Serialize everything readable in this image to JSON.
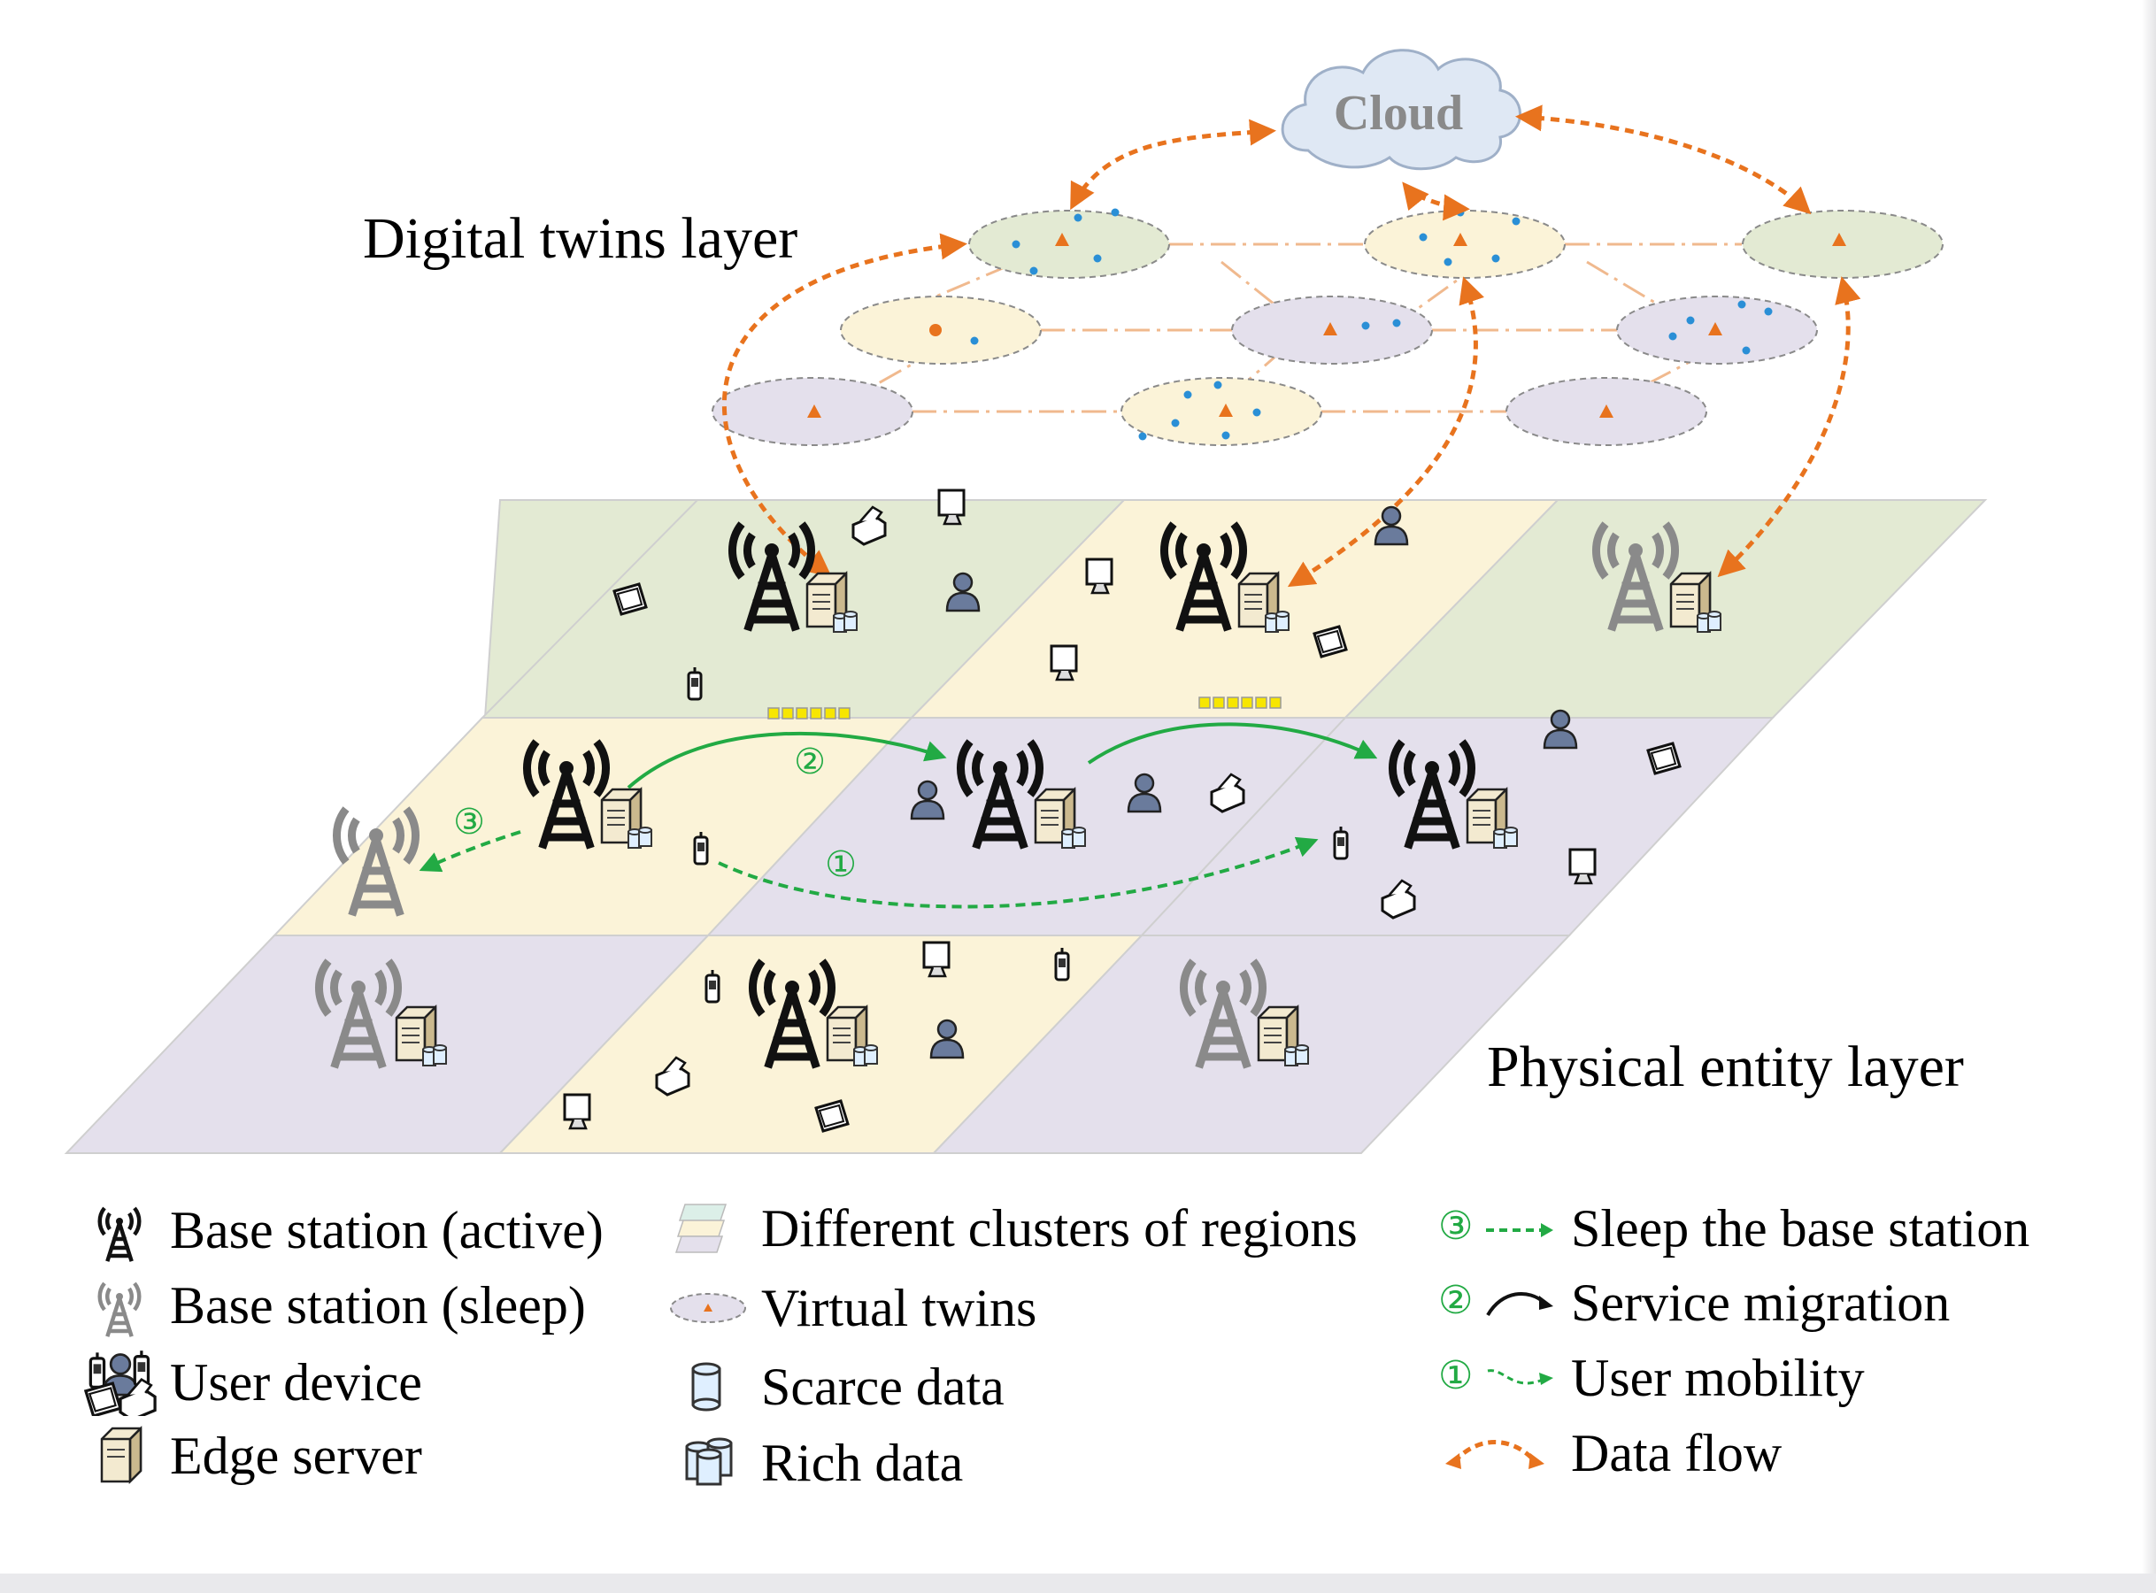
{
  "cloud": {
    "label": "Cloud"
  },
  "layers": {
    "digital_twins": "Digital twins layer",
    "physical": "Physical entity layer"
  },
  "markers": {
    "one": "①",
    "two": "②",
    "three": "③"
  },
  "legend": {
    "col1": [
      {
        "icon": "base-station-active-icon",
        "label": "Base station (active)"
      },
      {
        "icon": "base-station-sleep-icon",
        "label": "Base station (sleep)"
      },
      {
        "icon": "user-device-icon",
        "label": "User device"
      },
      {
        "icon": "edge-server-icon",
        "label": "Edge server"
      }
    ],
    "col2": [
      {
        "icon": "region-clusters-icon",
        "label": "Different clusters of regions"
      },
      {
        "icon": "virtual-twin-icon",
        "label": "Virtual twins"
      },
      {
        "icon": "scarce-data-icon",
        "label": "Scarce data"
      },
      {
        "icon": "rich-data-icon",
        "label": "Rich data"
      }
    ],
    "col3": [
      {
        "icon": "sleep-arrow-icon",
        "marker": "③",
        "label": "Sleep the base station"
      },
      {
        "icon": "migration-arrow-icon",
        "marker": "②",
        "label": "Service migration"
      },
      {
        "icon": "mobility-arrow-icon",
        "marker": "①",
        "label": "User mobility"
      },
      {
        "icon": "data-flow-arrow-icon",
        "label": "Data flow"
      }
    ]
  },
  "colors": {
    "green_region": "#e3ead3",
    "yellow_region": "#fbf3d8",
    "purple_region": "#e4e0ec",
    "active": "#111111",
    "sleep": "#8a8a8a",
    "migration": "#22aa44",
    "data_flow": "#e8731e",
    "dot": "#2a8fd6",
    "triangle": "#e8731e"
  }
}
